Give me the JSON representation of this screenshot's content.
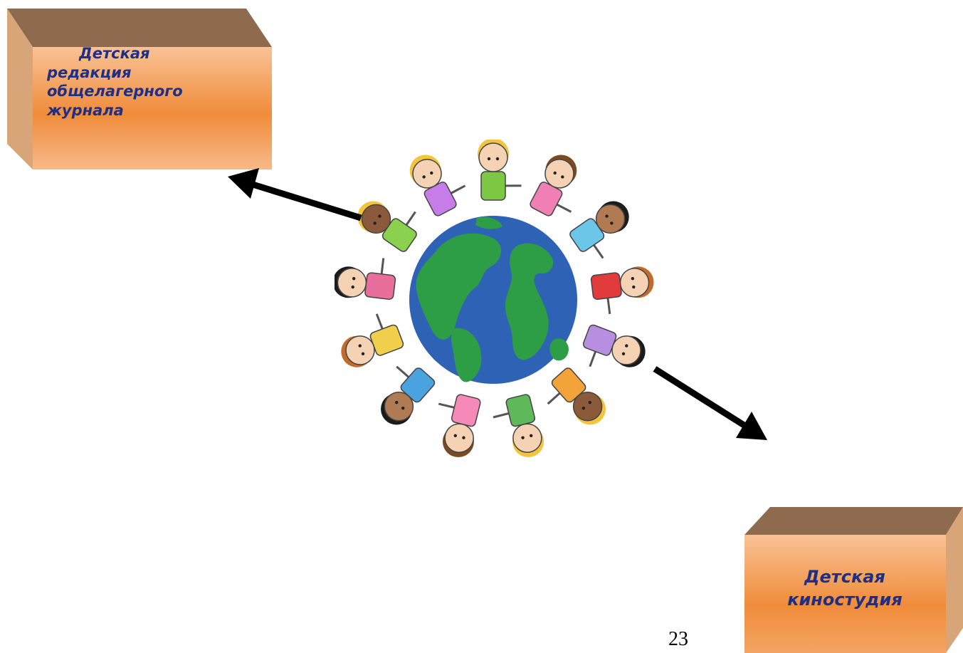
{
  "boxes": {
    "top_left": {
      "lines": [
        "Детская",
        "редакция",
        "общелагерного",
        "журнала"
      ]
    },
    "bottom_right": {
      "lines": [
        "Детская",
        "киностудия"
      ]
    }
  },
  "colors": {
    "box_top_face": "#8e6a4f",
    "box_side_face": "#d8a578",
    "box_front_light": "#f8c08f",
    "box_front_mid": "#f08c3a",
    "box_text": "#1f2f86",
    "arrow": "#000000",
    "globe_ocean": "#2e62b5",
    "globe_land": "#2e9e46"
  },
  "illustration": {
    "subject": "children holding hands around the globe",
    "icons": [
      "globe-icon",
      "child-figure-icon"
    ]
  },
  "page_number": "23"
}
